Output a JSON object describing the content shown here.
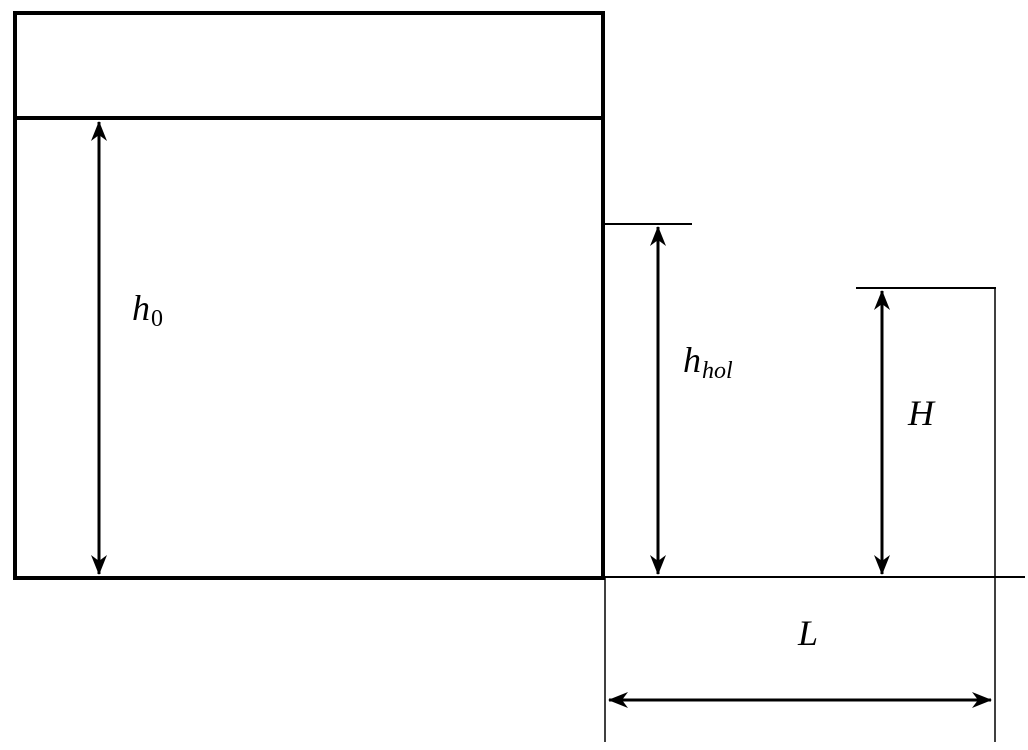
{
  "labels": {
    "h0": {
      "main": "h",
      "sub": "0"
    },
    "hhol": {
      "main": "h",
      "sub": "hol"
    },
    "H": {
      "main": "H"
    },
    "L": {
      "main": "L"
    }
  }
}
